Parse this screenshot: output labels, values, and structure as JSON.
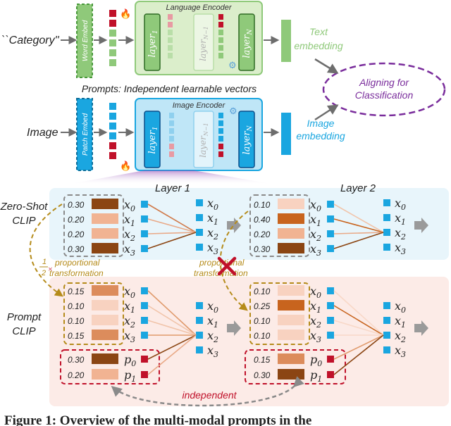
{
  "top": {
    "category_label": "``Category''",
    "image_label": "Image",
    "word_embed": "Word Embed",
    "patch_embed": "Patch Embed",
    "language_encoder": "Language Encoder",
    "image_encoder": "Image Encoder",
    "layer_1": "layer",
    "layer_1_sub": "1",
    "layer_mid": "layer",
    "layer_mid_sub": "N−1",
    "layer_n": "layer",
    "layer_n_sub": "N",
    "text_embedding_1": "Text",
    "text_embedding_2": "embedding",
    "image_embedding_1": "Image",
    "image_embedding_2": "embedding",
    "aligning_1": "Aligning for",
    "aligning_2": "Classification",
    "prompts": "Prompts: Independent learnable vectors"
  },
  "bottom": {
    "layer_1_title": "Layer 1",
    "layer_2_title": "Layer 2",
    "zero_shot_1": "Zero-Shot",
    "zero_shot_2": "CLIP",
    "prompt_1": "Prompt",
    "prompt_2": "CLIP",
    "half_num": "1",
    "half_den": "2",
    "times": "×",
    "prop_1": "proportional",
    "prop_2": "transformation",
    "prop2_1": "proportional",
    "prop2_2": "transformation",
    "independent": "independent",
    "zs_l1_weights": [
      "0.30",
      "0.20",
      "0.20",
      "0.30"
    ],
    "zs_l2_weights": [
      "0.10",
      "0.40",
      "0.20",
      "0.30"
    ],
    "pr_l1_weights": [
      "0.15",
      "0.10",
      "0.10",
      "0.15"
    ],
    "pr_l1_prompt_weights": [
      "0.30",
      "0.20"
    ],
    "pr_l2_weights": [
      "0.10",
      "0.25",
      "0.10",
      "0.10"
    ],
    "pr_l2_prompt_weights": [
      "0.15",
      "0.30"
    ],
    "tokens": [
      "x",
      "x",
      "x",
      "x"
    ],
    "token_subs": [
      "0",
      "1",
      "2",
      "3"
    ],
    "prompt_tokens": [
      "p",
      "p"
    ],
    "prompt_subs": [
      "0",
      "1"
    ]
  },
  "caption": "Figure 1: Overview of the multi-modal prompts in the",
  "colors": {
    "green_fill": "#8fc97a",
    "green_dark": "#4a9a3c",
    "encoder_green": "#dbeecb",
    "blue": "#1aa6e0",
    "encoder_blue": "#bfe6f7",
    "red": "#c0112a",
    "purple": "#7a2d9c",
    "zero_shot_bg": "#e8f5fb",
    "prompt_bg": "#fcebe7"
  }
}
